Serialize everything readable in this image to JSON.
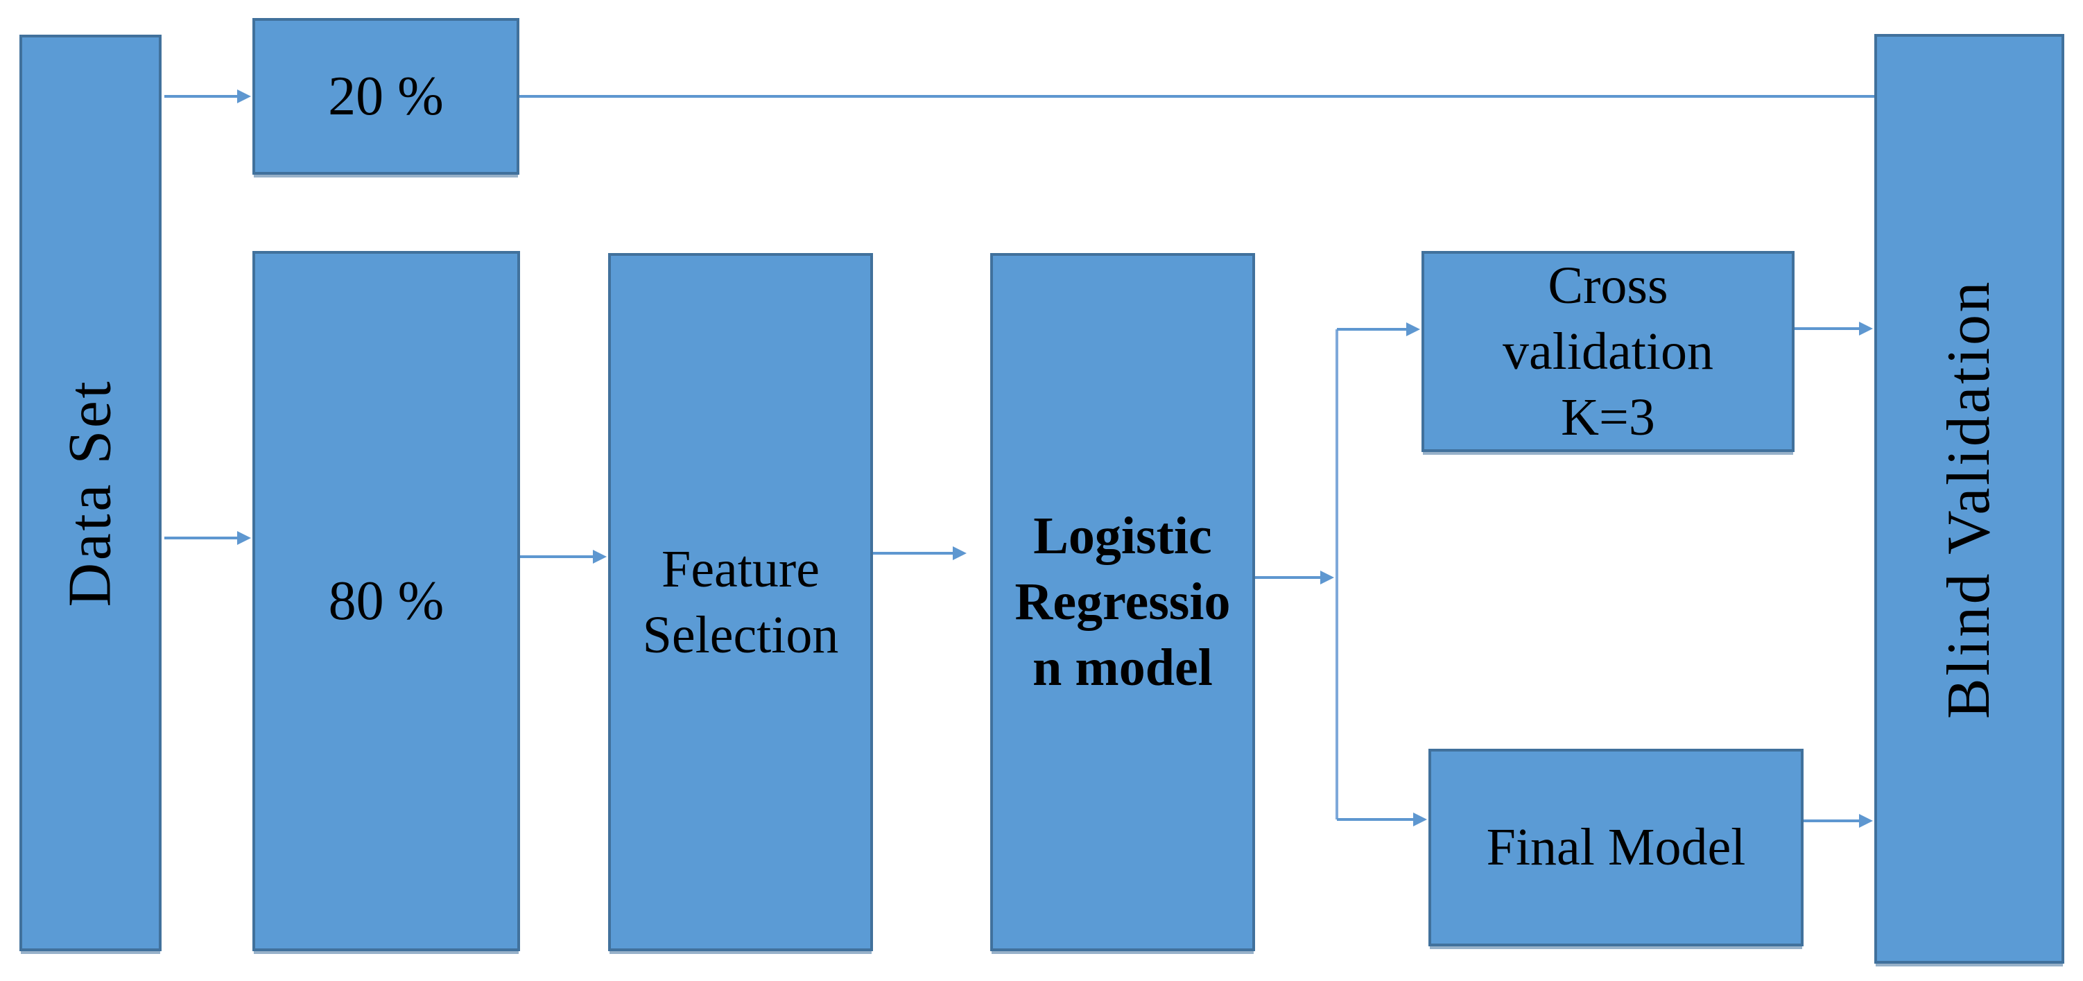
{
  "diagram": {
    "type": "flowchart",
    "colors": {
      "background": "#ffffff",
      "node_fill": "#5b9bd5",
      "node_border": "#41719c",
      "connector": "#5e97d0",
      "text": "#000000"
    },
    "nodes": {
      "dataset": {
        "label": "Data Set",
        "orientation": "vertical"
      },
      "train20": {
        "label": "20 %"
      },
      "train80": {
        "label": "80 %"
      },
      "feature": {
        "label": "Feature Selection",
        "lines": [
          "Feature",
          "Selection"
        ]
      },
      "logistic": {
        "label": "Logistic Regression model",
        "lines": [
          "Logistic",
          "Regressio",
          "n model"
        ],
        "bold": true
      },
      "crossval": {
        "label": "Cross validation K=3",
        "lines": [
          "Cross",
          "validation",
          "K=3"
        ]
      },
      "finalmodel": {
        "label": "Final Model"
      },
      "blind": {
        "label": "Blind Validation",
        "orientation": "vertical"
      }
    },
    "edges": [
      {
        "from": "dataset",
        "to": "train20",
        "arrowhead": true
      },
      {
        "from": "dataset",
        "to": "train80",
        "arrowhead": true
      },
      {
        "from": "train20",
        "to": "blind",
        "arrowhead": false
      },
      {
        "from": "train80",
        "to": "feature",
        "arrowhead": true
      },
      {
        "from": "feature",
        "to": "logistic",
        "arrowhead": true
      },
      {
        "from": "logistic",
        "to": "crossval",
        "arrowhead": true
      },
      {
        "from": "logistic",
        "to": "finalmodel",
        "arrowhead": true
      },
      {
        "from": "crossval",
        "to": "blind",
        "arrowhead": true
      },
      {
        "from": "finalmodel",
        "to": "blind",
        "arrowhead": true
      }
    ]
  }
}
